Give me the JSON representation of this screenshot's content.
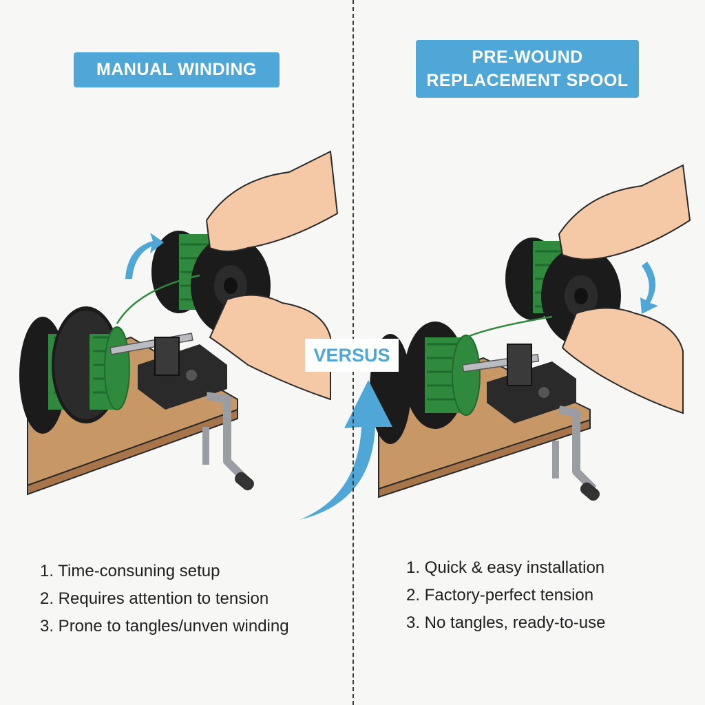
{
  "left": {
    "badge_label": "MANUAL WINDING",
    "benefits": [
      "1. Time-consuning setup",
      "2. Requires attention to tension",
      "3. Prone to tangles/unven winding"
    ]
  },
  "right": {
    "badge_line1": "PRE-WOUND",
    "badge_line2": "REPLACEMENT SPOOL",
    "benefits": [
      "1. Quick & easy installation",
      "2. Factory-perfect tension",
      "3. No tangles, ready-to-use"
    ]
  },
  "center": {
    "versus_label": "VERSUS"
  },
  "colors": {
    "accent": "#4ea7d6",
    "line_green": "#2f8a3e",
    "spool_black": "#1b1b1b",
    "wood": "#c89766",
    "skin": "#f5c9a6"
  },
  "icons": [
    "rotate-arrow-icon",
    "big-curved-arrow-icon"
  ]
}
